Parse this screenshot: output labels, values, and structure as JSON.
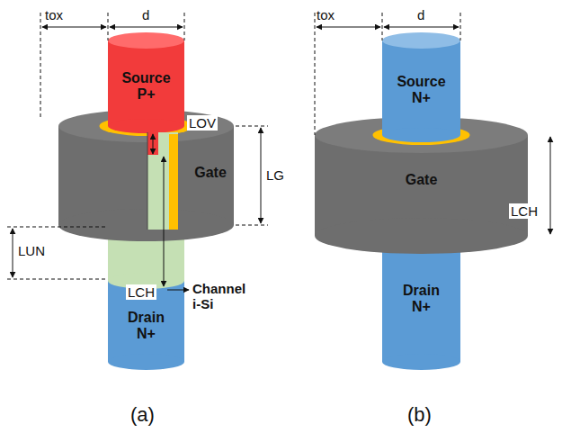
{
  "diagram": {
    "nodes": [
      {
        "text": [
          "Source P+"
        ]
      },
      {
        "text": [
          "Gate"
        ]
      },
      {
        "text": [
          "Drain N+"
        ]
      },
      {
        "text": [
          "Source N+"
        ]
      },
      {
        "text": [
          "Gate"
        ]
      },
      {
        "text": [
          "Drain N+"
        ]
      }
    ],
    "labels": [
      "tox",
      "d",
      "LOV",
      "LG",
      "LUN",
      "LCH",
      "Channel i-Si",
      "(a)",
      "tox",
      "d",
      "LCH",
      "(b)"
    ]
  }
}
